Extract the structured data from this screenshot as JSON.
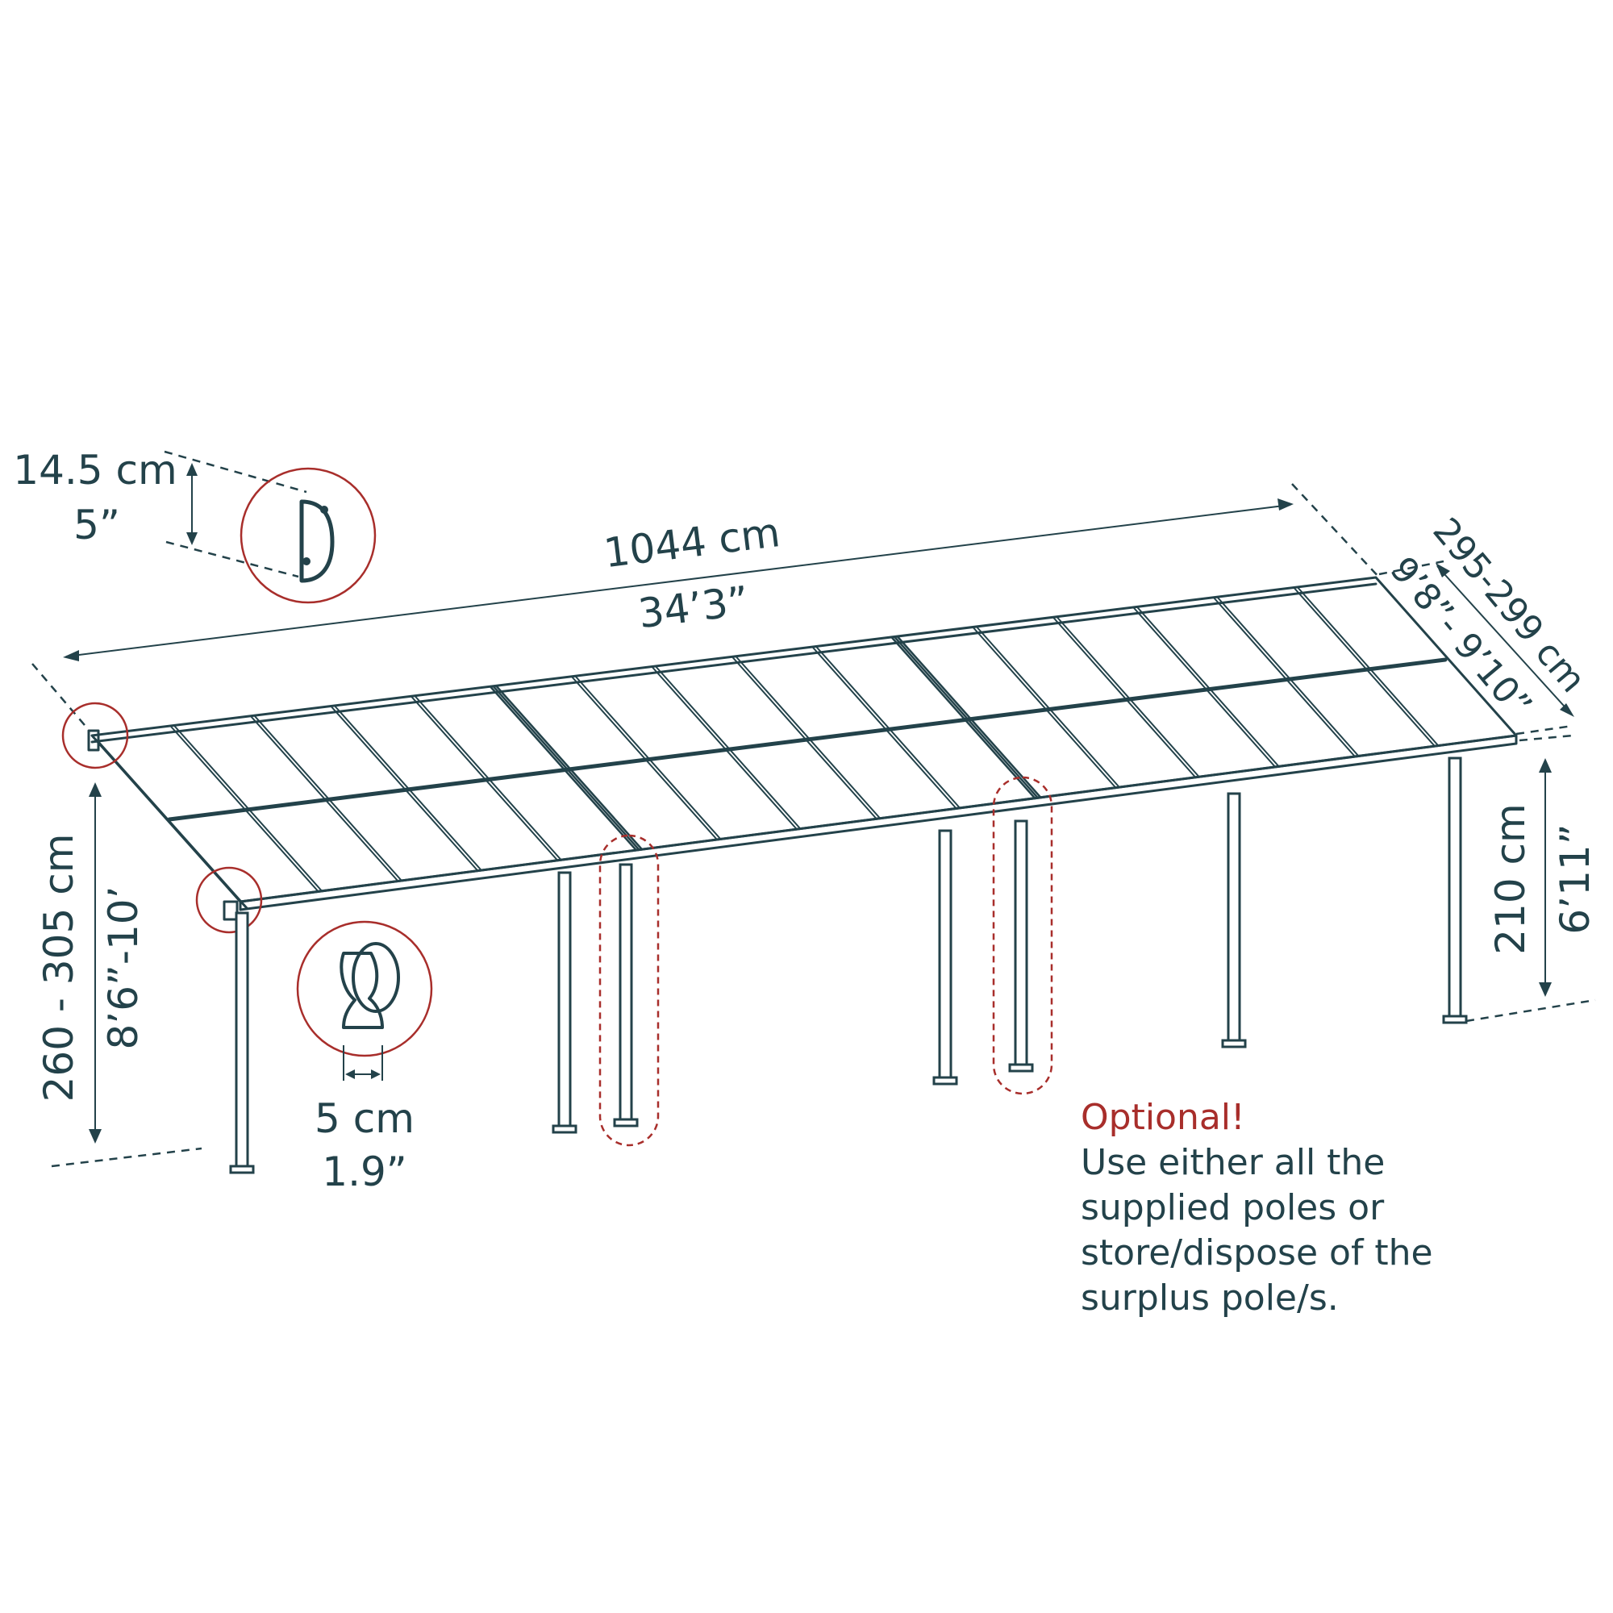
{
  "dimensions": {
    "length_cm": "1044 cm",
    "length_ft": "34’3”",
    "width_cm": "295-299 cm",
    "width_ft": "9’8”- 9’10”",
    "back_height_cm": "260 - 305 cm",
    "back_height_ft": "8’6”-10’",
    "front_height_cm": "210 cm",
    "front_height_ft": "6’11”",
    "gutter_cm": "14.5 cm",
    "gutter_in": "5”",
    "pole_cm": "5 cm",
    "pole_in": "1.9”"
  },
  "note": {
    "heading": "Optional!",
    "line1": "Use either all the",
    "line2": "supplied poles or",
    "line3": "store/dispose of the",
    "line4": "surplus pole/s."
  },
  "colors": {
    "line": "#23424a",
    "accent": "#a82e2b"
  }
}
